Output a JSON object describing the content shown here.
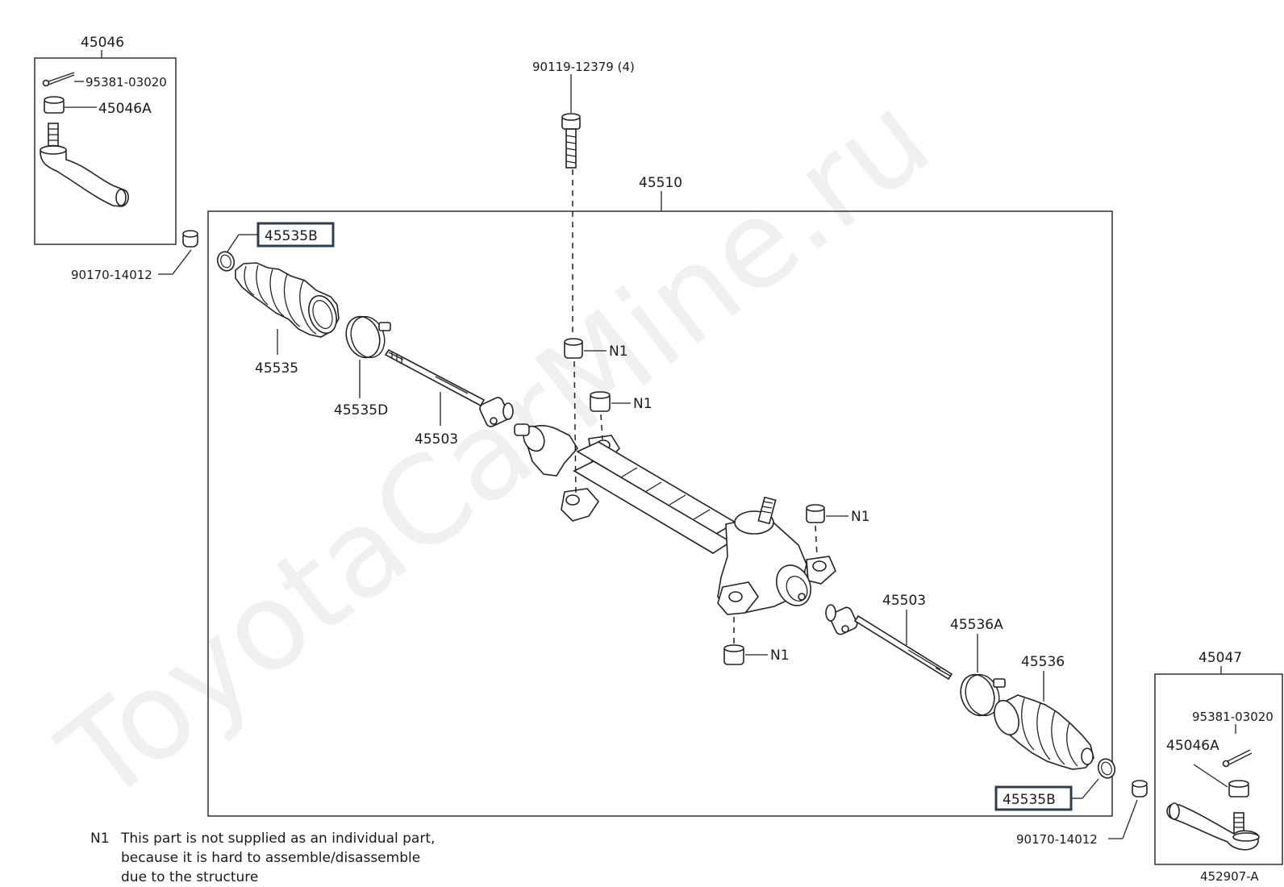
{
  "watermark": "ToyotaCarMine.ru",
  "diagram_code": "452907-A",
  "labels": {
    "tie_rod_end_lh": "45046",
    "tie_rod_end_rh": "45047",
    "cotter_pin_lh": "95381-03020",
    "cotter_pin_rh": "95381-03020",
    "nut_lh": "45046A",
    "nut_rh": "45046A",
    "bolt": "90119-12379 (4)",
    "gear_assembly": "45510",
    "clip_top": "45535B",
    "clip_bottom": "45535B",
    "lock_nut_lh": "90170-14012",
    "lock_nut_rh": "90170-14012",
    "boot_lh": "45535",
    "clamp_lh": "45535D",
    "tie_rod_lh": "45503",
    "tie_rod_rh": "45503",
    "clamp_rh": "45536A",
    "boot_rh": "45536",
    "n1_a": "N1",
    "n1_b": "N1",
    "n1_c": "N1",
    "n1_d": "N1"
  },
  "footnote": {
    "code": "N1",
    "line1": "This part is not supplied as an individual part,",
    "line2": "because it is hard to assemble/disassemble",
    "line3": "due to the structure"
  }
}
